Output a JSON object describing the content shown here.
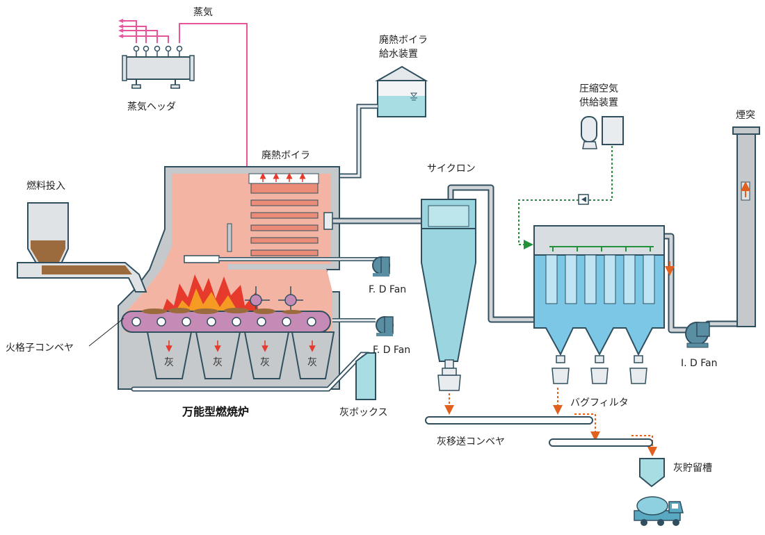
{
  "labels": {
    "steam": "蒸気",
    "steam_header": "蒸気ヘッダ",
    "waste_boiler_feedwater": [
      "廃熱ボイラ",
      "給水装置"
    ],
    "compressed_air": [
      "圧縮空気",
      "供給装置"
    ],
    "chimney": "煙突",
    "waste_boiler": "廃熱ボイラ",
    "cyclone": "サイクロン",
    "fuel_input": "燃料投入",
    "fd_fan_1": "F. D Fan",
    "fd_fan_2": "F. D Fan",
    "grate_conveyor": "火格子コンベヤ",
    "ash_box": "灰ボックス",
    "furnace": "万能型燃焼炉",
    "bag_filter": "バグフィルタ",
    "id_fan": "I. D Fan",
    "ash_transfer_conveyor": "灰移送コンベヤ",
    "ash_storage_tank": "灰貯留槽"
  },
  "hopper_glyph": "灰",
  "colors": {
    "steam_line": "#e8559a",
    "boiler_interior": "#f4b4a4",
    "boiler_tube": "#ea8c77",
    "water": "#a7dde3",
    "fire_red": "#e53a2c",
    "fire_orange": "#f59a23",
    "fuel_brown": "#9c6b3d",
    "grate_purple": "#c58ab6",
    "cyclone_blue": "#9bd6e0",
    "filter_blue": "#7cc6e6",
    "ash_arrow": "#e2601e",
    "air_line": "#23913a",
    "pipe_outline": "#2f4f5f",
    "wall_gray": "#c5c9cc"
  }
}
